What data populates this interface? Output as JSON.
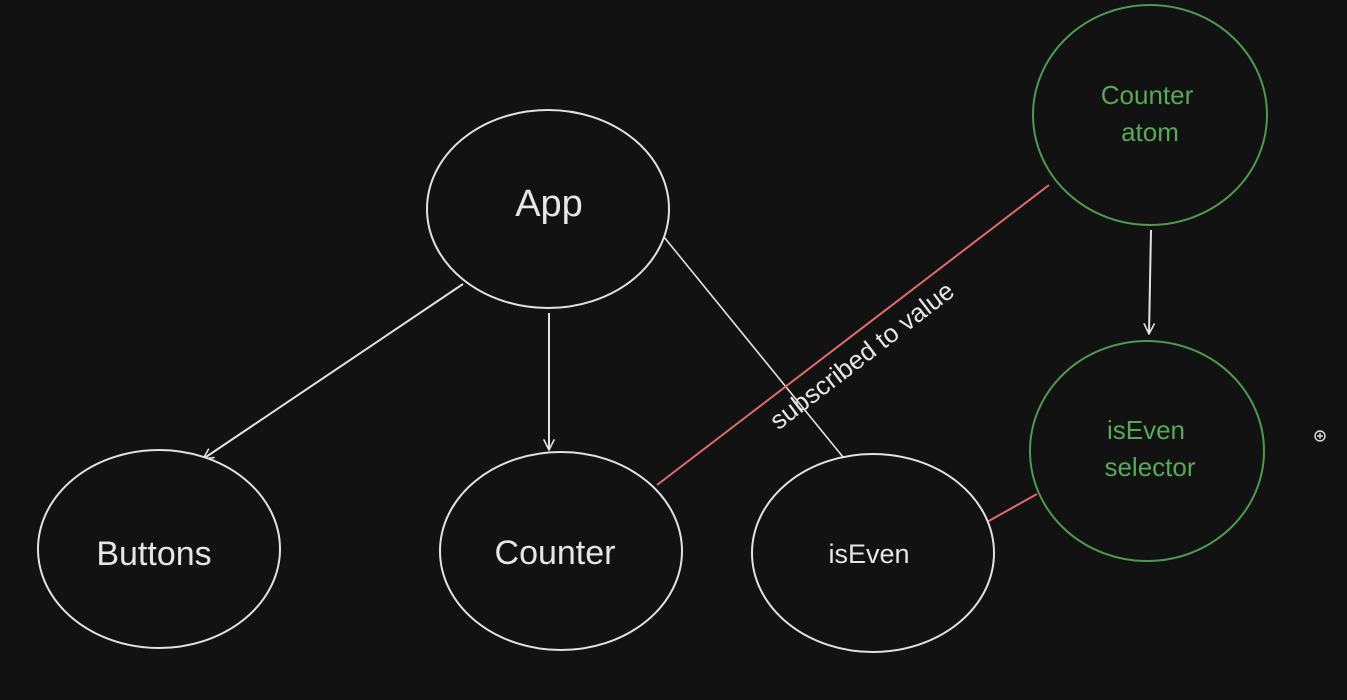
{
  "nodes": {
    "app": {
      "label": "App"
    },
    "buttons": {
      "label": "Buttons"
    },
    "counter": {
      "label": "Counter"
    },
    "is_even": {
      "label": "isEven"
    },
    "counter_atom": {
      "line1": "Counter",
      "line2": "atom"
    },
    "is_even_selector": {
      "line1": "isEven",
      "line2": "selector"
    }
  },
  "edges": {
    "subscription_label": "subscribed to value"
  },
  "colors": {
    "background": "#121212",
    "stroke": "#e2e2e2",
    "text": "#e6e6e6",
    "state_green": "#4e9a4e",
    "state_text": "#58a858",
    "subscription_red": "#e06b6b"
  }
}
